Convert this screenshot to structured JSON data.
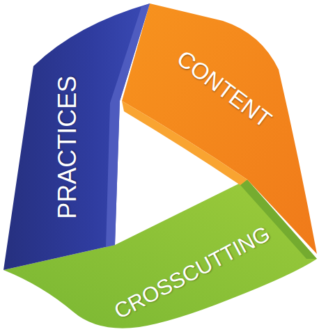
{
  "diagram": {
    "nodes": [
      {
        "text": [
          "PRACTICES"
        ]
      },
      {
        "text": [
          "CONTENT"
        ]
      },
      {
        "text": [
          "CROSSCUTTING"
        ]
      }
    ]
  }
}
